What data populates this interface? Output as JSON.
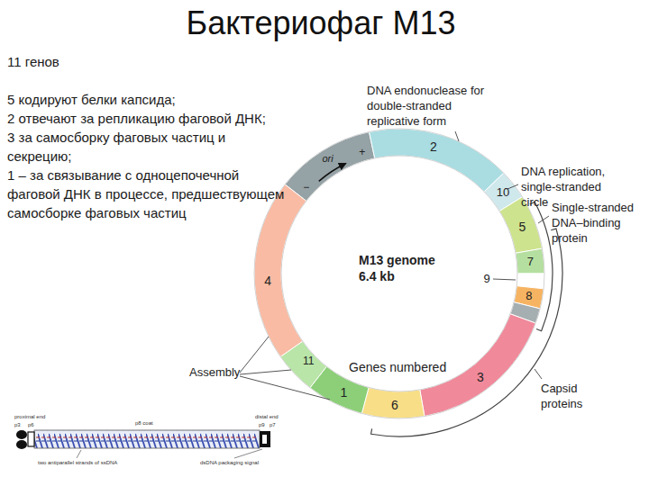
{
  "diagram": {
    "title": "Бактериофаг М13",
    "labels": [
      "11 генов",
      "5 кодируют белки капсида;",
      "2 отвечают за репликацию фаговой ДНК;",
      "3 за самосборку фаговых частиц и секрецию;",
      "1 – за связывание с одноцепочечной фаговой ДНК в процессе, предшествующем самосборке фаговых частиц",
      "DNA endonuclease for double-stranded replicative form",
      "DNA replication, single-stranded circle",
      "Single-stranded DNA–binding protein",
      "ori",
      "+",
      "−",
      "2",
      "10",
      "5",
      "7",
      "9",
      "8",
      "M13 genome 6.4 kb",
      "4",
      "Assembly",
      "11",
      "Genes numbered",
      "3",
      "Capsid proteins",
      "1",
      "6",
      "proximal end",
      "p3",
      "p6",
      "p8 coat",
      "distal end",
      "p9",
      "p7",
      "two antiparallel strands of ssDNA",
      "dsDNA packaging signal"
    ]
  }
}
